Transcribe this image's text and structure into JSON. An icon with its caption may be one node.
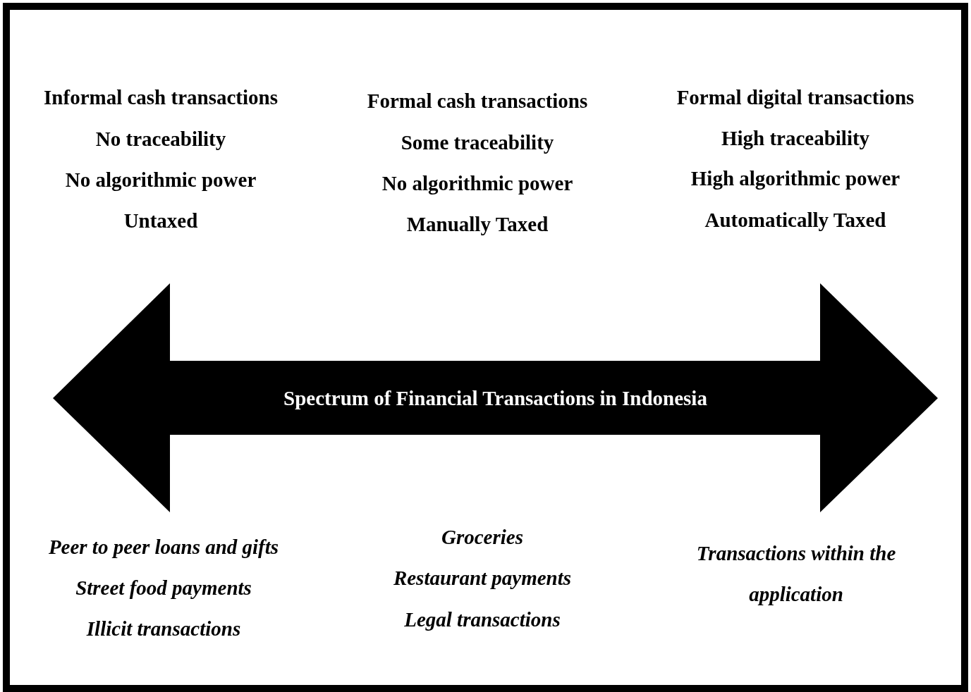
{
  "diagram": {
    "nodes": [
      {
        "text": [
          "Spectrum of Financial Transactions in Indonesia"
        ]
      }
    ],
    "edges": [],
    "labels": [
      "Informal cash transactions",
      "No traceability",
      "No algorithmic power",
      "Untaxed",
      "Formal cash transactions",
      "Some traceability",
      "No algorithmic power",
      "Manually Taxed",
      "Formal digital transactions",
      "High traceability",
      "High algorithmic power",
      "Automatically Taxed",
      "Peer to peer loans and gifts",
      "Street food payments",
      "Illicit transactions",
      "Groceries",
      "Restaurant payments",
      "Legal transactions",
      "Transactions within the application"
    ]
  }
}
